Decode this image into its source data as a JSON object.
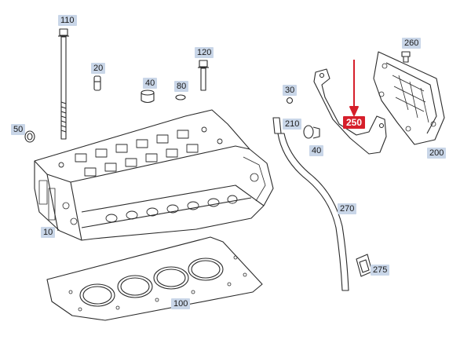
{
  "callouts": {
    "c110": "110",
    "c20": "20",
    "c120": "120",
    "c40a": "40",
    "c80": "80",
    "c50": "50",
    "c10": "10",
    "c100": "100",
    "c30": "30",
    "c210": "210",
    "c40b": "40",
    "c250": "250",
    "c260": "260",
    "c200": "200",
    "c270": "270",
    "c275": "275"
  },
  "highlight": {
    "part": "250",
    "color": "#d61f2b"
  },
  "colors": {
    "label_bg": "#c9d6e8",
    "line": "#2b2b2b"
  }
}
